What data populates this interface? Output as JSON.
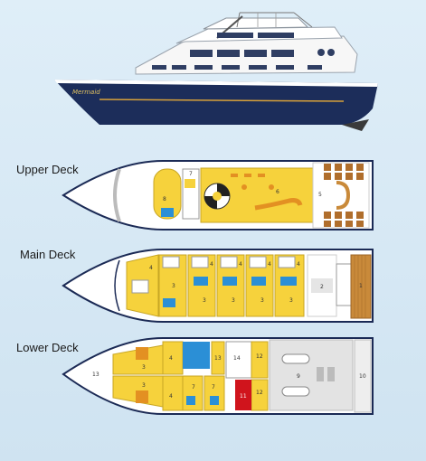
{
  "boat": {
    "name": "Mermaid"
  },
  "decks": {
    "upper": {
      "label": "Upper Deck",
      "rooms": {
        "r5": "5",
        "r6": "6",
        "r7": "7",
        "r8": "8"
      }
    },
    "main": {
      "label": "Main Deck",
      "rooms": {
        "a1": "1",
        "a2": "2",
        "a3": "3",
        "a4": "4",
        "b3": "3",
        "b4": "4",
        "c3": "3",
        "c4": "4",
        "d3": "3",
        "d4": "4",
        "e3": "3",
        "e4": "4"
      }
    },
    "lower": {
      "label": "Lower Deck",
      "rooms": {
        "r3a": "3",
        "r3b": "3",
        "r4a": "4",
        "r4b": "4",
        "r7a": "7",
        "r7b": "7",
        "r9": "9",
        "r10": "10",
        "r11": "11",
        "r12a": "12",
        "r12b": "12",
        "r13": "13",
        "r13b": "13",
        "r14": "14"
      }
    }
  },
  "colors": {
    "hull": "#1c2d5a",
    "cabin": "#f6d23c",
    "bath": "#2b8fd6",
    "red": "#d0141c",
    "deckLine": "#1b2a55",
    "wood": "#c98a3a"
  }
}
